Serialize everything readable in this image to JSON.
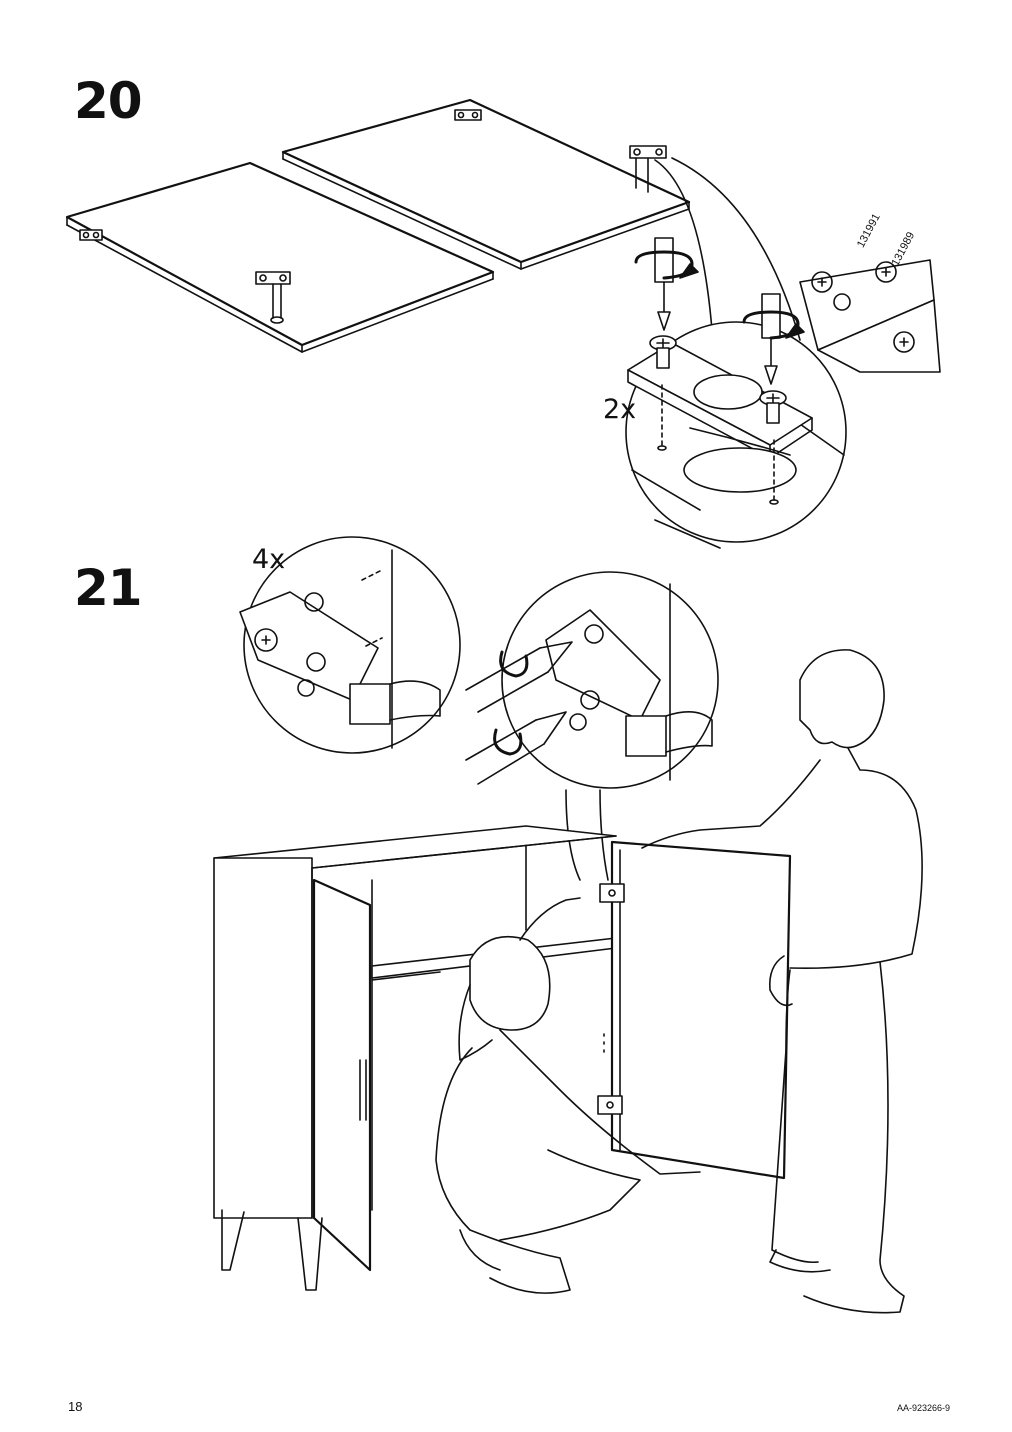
{
  "steps": {
    "step20": {
      "number": "20",
      "quantity": "2x",
      "part_numbers": [
        "131991",
        "131989"
      ]
    },
    "step21": {
      "number": "21",
      "quantity": "4x"
    }
  },
  "footer": {
    "page_number": "18",
    "document_code": "AA-923266-9"
  },
  "colors": {
    "line": "#111111",
    "background": "#ffffff"
  }
}
